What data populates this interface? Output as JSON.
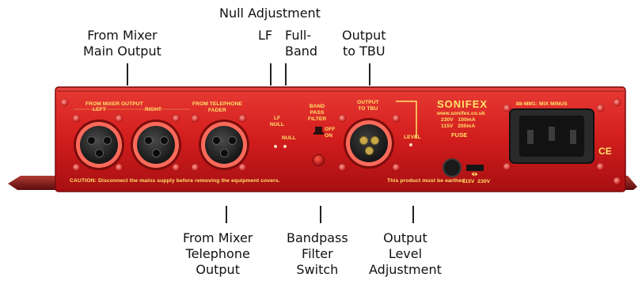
{
  "labels": {
    "null_adjustment": "Null Adjustment",
    "lf": "LF",
    "full_band": "Full-\nBand",
    "from_mixer_main": "From Mixer\nMain Output",
    "output_tbu": "Output\nto TBU",
    "from_mixer_telephone": "From Mixer\nTelephone\nOutput",
    "bandpass_switch": "Bandpass\nFilter\nSwitch",
    "output_level": "Output\nLevel\nAdjustment"
  },
  "panel": {
    "brand": "SONIFEX",
    "website": "www.sonifex.co.uk",
    "voltage_230": "230V   100mA",
    "voltage_115": "115V   200mA",
    "fuse": "FUSE",
    "switch_voltages": "115V  230V",
    "power_label": "88-MM1: MIX MINUS",
    "from_mixer_output": "FROM MIXER OUTPUT",
    "left": "LEFT",
    "right": "RIGHT",
    "from_telephone_fader": "FROM TELEPHONE\nFADER",
    "lf_null": "LF\nNULL",
    "null": "NULL",
    "band_pass_filter": "BAND\nPASS\nFILTER",
    "off": "OFF",
    "on": "ON",
    "output_to_tbu": "OUTPUT\nTO TBU",
    "level": "LEVEL",
    "caution": "CAUTION: Disconnect the mains supply before removing the equipment covers.",
    "earthed": "This product must be earthed",
    "ce": "CE"
  },
  "colors": {
    "panel_red": "#d51f1f",
    "legend_yellow": "#ffe46a"
  }
}
